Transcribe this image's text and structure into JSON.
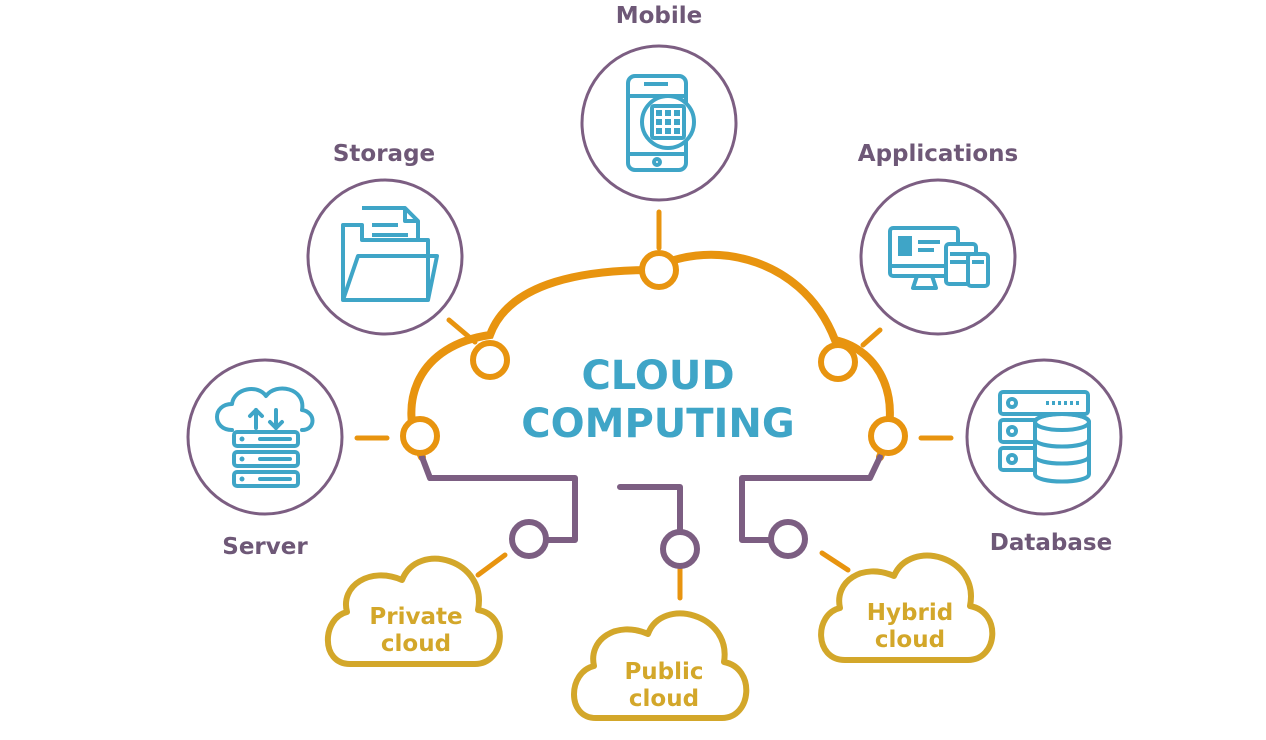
{
  "title": {
    "line1": "CLOUD",
    "line2": "COMPUTING"
  },
  "nodes": {
    "mobile": {
      "label": "Mobile",
      "icon": "smartphone-icon"
    },
    "storage": {
      "label": "Storage",
      "icon": "folder-icon"
    },
    "applications": {
      "label": "Applications",
      "icon": "devices-icon"
    },
    "server": {
      "label": "Server",
      "icon": "server-icon"
    },
    "database": {
      "label": "Database",
      "icon": "database-icon"
    }
  },
  "clouds": {
    "private": {
      "line1": "Private",
      "line2": "cloud"
    },
    "public": {
      "line1": "Public",
      "line2": "cloud"
    },
    "hybrid": {
      "line1": "Hybrid",
      "line2": "cloud"
    }
  },
  "colors": {
    "orange": "#E8940F",
    "purple": "#7C5E82",
    "blue": "#3FA5C7",
    "gold": "#D3A72A",
    "label": "#6E5877"
  }
}
